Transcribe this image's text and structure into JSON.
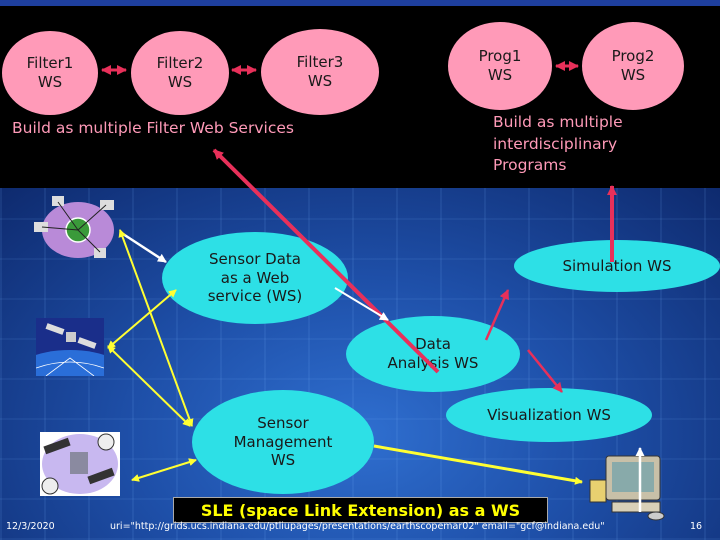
{
  "filters": [
    {
      "text": "Filter1\nWS"
    },
    {
      "text": "Filter2\nWS"
    },
    {
      "text": "Filter3\nWS"
    }
  ],
  "progs": [
    {
      "text": "Prog1\nWS"
    },
    {
      "text": "Prog2\nWS"
    }
  ],
  "filter_caption": "Build as multiple Filter Web Services",
  "prog_caption": "Build as multiple\ninterdisciplinary\nPrograms",
  "sensor_data": "Sensor Data\nas a Web\nservice (WS)",
  "simulation": "Simulation WS",
  "data_analysis": "Data\nAnalysis WS",
  "visualization": "Visualization WS",
  "sensor_mgmt": "Sensor\nManagement\nWS",
  "sle": "SLE (space Link Extension) as a WS",
  "footer": {
    "date": "12/3/2020",
    "uri": "uri=\"http://grids.ucs.indiana.edu/ptliupages/presentations/earthscopemar02\" email=\"gcf@indiana.edu\"",
    "page": "16"
  },
  "colors": {
    "pink": "#ff9ab8",
    "cyan": "#2de0e6",
    "yellow_arrow": "#ffff33",
    "red_arrow": "#e8305a",
    "white_arrow": "#ffffff"
  }
}
